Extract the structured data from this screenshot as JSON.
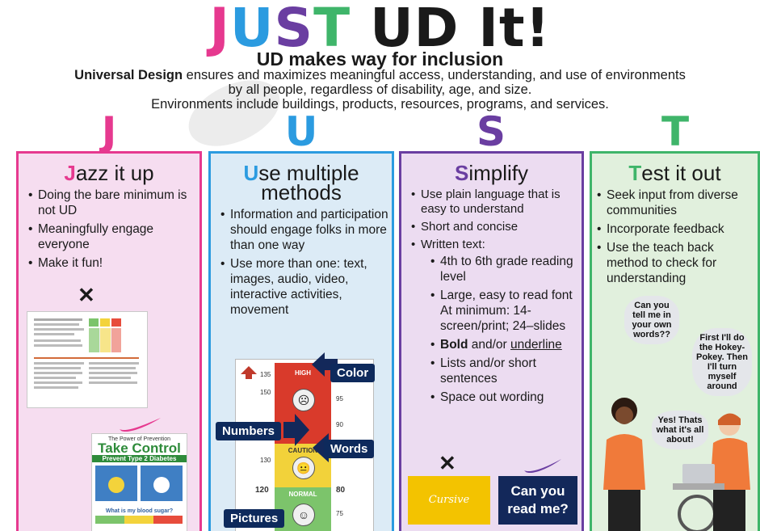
{
  "header": {
    "title_parts": [
      "J",
      "U",
      "S",
      "T",
      " UD It!"
    ],
    "subtitle": "UD makes way for inclusion",
    "intro_bold": "Universal Design",
    "intro_line1": " ensures and maximizes meaningful access, understanding, and use of environments",
    "intro_line2": "by all people, regardless of disability, age, and size.",
    "intro_line3": "Environments include buildings, products, resources, programs, and services."
  },
  "colors": {
    "j": "#e6398f",
    "u": "#2b9be0",
    "s": "#6a3ea1",
    "t": "#3fb56a",
    "navy": "#13285a"
  },
  "columns": {
    "j": {
      "letter": "J",
      "title_init": "J",
      "title_rest": "azz it up",
      "bullets": [
        "Doing the bare minimum is not UD",
        "Meaningfully engage everyone",
        "Make it fun!"
      ],
      "x_icon": "x-icon",
      "check_icon": "nike-swoosh-icon",
      "doc_title": "Take Control",
      "doc_kicker": "The Power of Prevention",
      "doc_sub": "Prevent Type 2 Diabetes",
      "doc_q": "What is my blood sugar?"
    },
    "u": {
      "letter": "U",
      "title_init": "U",
      "title_rest": "se multiple",
      "title_line2": "methods",
      "bullets": [
        "Information and participation should engage folks in more than one way",
        "Use more than one: text, images, audio, video, interactive activities, movement"
      ],
      "chart_labels": {
        "color": "Color",
        "numbers": "Numbers",
        "words": "Words",
        "pictures": "Pictures",
        "high": "HIGH",
        "caution": "CAUTION",
        "normal": "NORMAL"
      },
      "ticks_left": [
        "135",
        "150",
        "130",
        "120"
      ],
      "ticks_right": [
        "95",
        "90",
        "80",
        "75"
      ]
    },
    "s": {
      "letter": "S",
      "title_init": "S",
      "title_rest": "implify",
      "bullets": [
        "Use plain language that is easy to understand",
        "Short and concise",
        "Written text:"
      ],
      "sub_bullets": [
        "4th to 6th grade reading level",
        "Large, easy to read font At minimum: 14-screen/print; 24–slides"
      ],
      "bold_word": "Bold",
      "and_or": " and/or ",
      "underline_word": "underline",
      "sub_bullets2": [
        "Lists and/or short sentences",
        "Space out wording"
      ],
      "yellow_text": "Cursive",
      "navy_text": "Can you read me?"
    },
    "t": {
      "letter": "T",
      "title_init": "T",
      "title_rest": "est it out",
      "bullets": [
        "Seek input from diverse communities",
        "Incorporate feedback",
        "Use the teach back method to check for understanding"
      ],
      "bubble1": "Can you tell me in your own words??",
      "bubble2": "First I'll do the Hokey-Pokey. Then I'll turn myself around",
      "bubble3": "Yes! Thats what it's all about!"
    }
  }
}
